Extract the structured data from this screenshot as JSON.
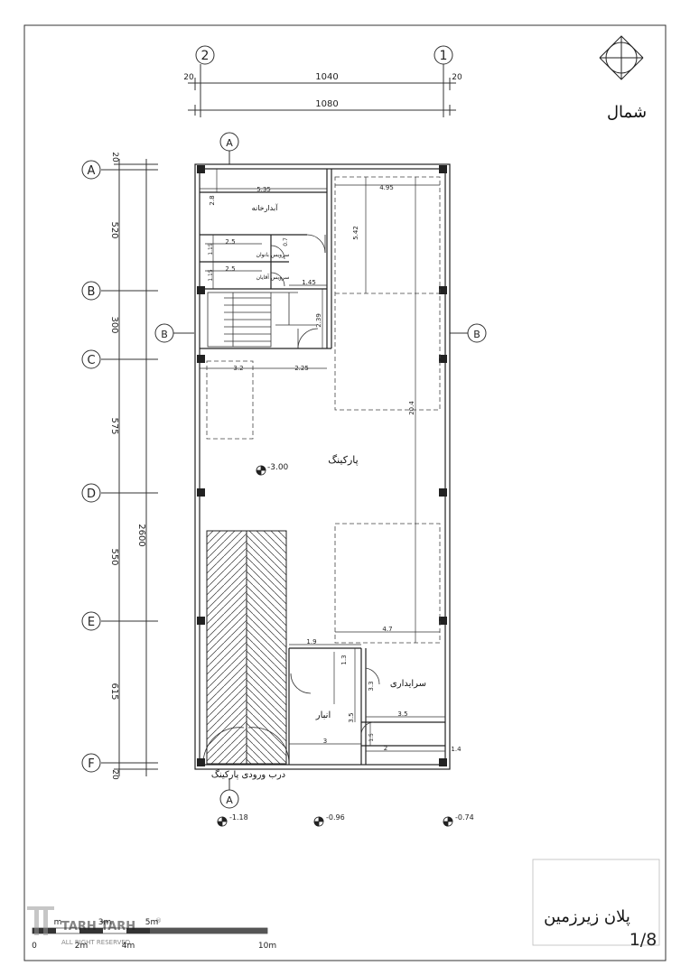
{
  "grid": {
    "cols": [
      {
        "id": "col-2",
        "label": "2"
      },
      {
        "id": "col-1",
        "label": "1"
      }
    ],
    "rows": [
      {
        "id": "row-a",
        "label": "A"
      },
      {
        "id": "row-b",
        "label": "B"
      },
      {
        "id": "row-c",
        "label": "C"
      },
      {
        "id": "row-d",
        "label": "D"
      },
      {
        "id": "row-e",
        "label": "E"
      },
      {
        "id": "row-f",
        "label": "F"
      }
    ]
  },
  "dims_top": {
    "left_small": "20",
    "middle": "1040",
    "right_small": "20",
    "overall": "1080"
  },
  "dims_left": {
    "top_small": "20",
    "s1": "520",
    "s2": "300",
    "s3": "575",
    "s4": "550",
    "s5": "615",
    "bottom_small": "20",
    "overall": "2600"
  },
  "section_marks": {
    "a": "A",
    "b": "B"
  },
  "rooms": {
    "stair_room": "آبدارخانه",
    "wc_ladies": "سرویس بانوان",
    "wc_gents": "سرویس آقایان",
    "parking": "پارکینگ",
    "janitor": "سرایداری",
    "storage": "انبار",
    "entrance_door": "درب ورودی پارکینگ"
  },
  "inner_dims": {
    "d535": "5.35",
    "d28": "2.8",
    "d495": "4.95",
    "d542": "5.42",
    "d25a": "2.5",
    "d115a": "1.15",
    "d07": "0.7",
    "d25b": "2.5",
    "d115b": "1.15",
    "d145": "1.45",
    "d239": "2.39",
    "d32": "3.2",
    "d225": "2.25",
    "d204": "20.4",
    "d47": "4.7",
    "d19": "1.9",
    "d13": "1.3",
    "d33": "3.3",
    "d35a": "3.5",
    "d35b": "3.5",
    "d3": "3",
    "d15": "1.5",
    "d2": "2",
    "d14": "1.4"
  },
  "levels": {
    "main": "-3.00",
    "l1": "-1.18",
    "l2": "-0.96",
    "l3": "-0.74"
  },
  "north_label": "شمال",
  "scale_bar": {
    "t0": "0",
    "t2": "2m",
    "t3": "3m",
    "t4": "4m",
    "t5": "5m",
    "t10": "10m",
    "tm": "m"
  },
  "logo": {
    "name": "TARH TARH",
    "rights": "ALL RIGHT RESERVED",
    "mark": "®"
  },
  "title_block": {
    "title": "پلان زیرزمین",
    "scale": "1/8"
  }
}
